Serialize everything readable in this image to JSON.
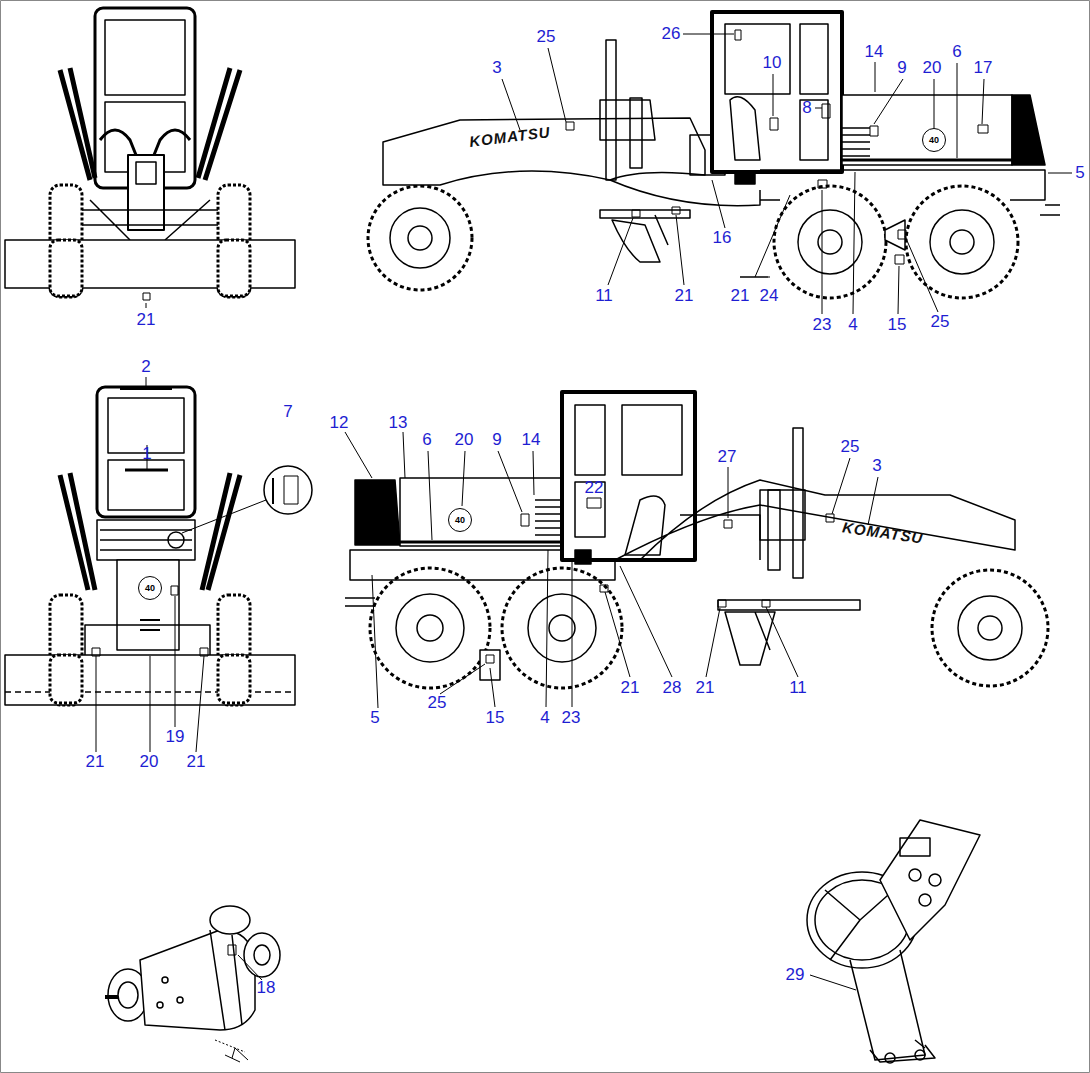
{
  "diagram": {
    "nodes": [
      {
        "text": [
          "40"
        ]
      },
      {
        "text": [
          "40"
        ]
      },
      {
        "text": [
          "40"
        ]
      }
    ],
    "labels": [
      "25",
      "3",
      "26",
      "14",
      "9",
      "20",
      "6",
      "17",
      "10",
      "8",
      "5",
      "16",
      "11",
      "21",
      "21",
      "24",
      "23",
      "4",
      "15",
      "25",
      "21",
      "2",
      "1",
      "7",
      "19",
      "21",
      "20",
      "21",
      "12",
      "13",
      "6",
      "20",
      "9",
      "14",
      "22",
      "27",
      "25",
      "3",
      "5",
      "25",
      "15",
      "4",
      "23",
      "21",
      "28",
      "21",
      "11",
      "18",
      "29",
      "KOMATSU",
      "KOMATSU"
    ]
  }
}
